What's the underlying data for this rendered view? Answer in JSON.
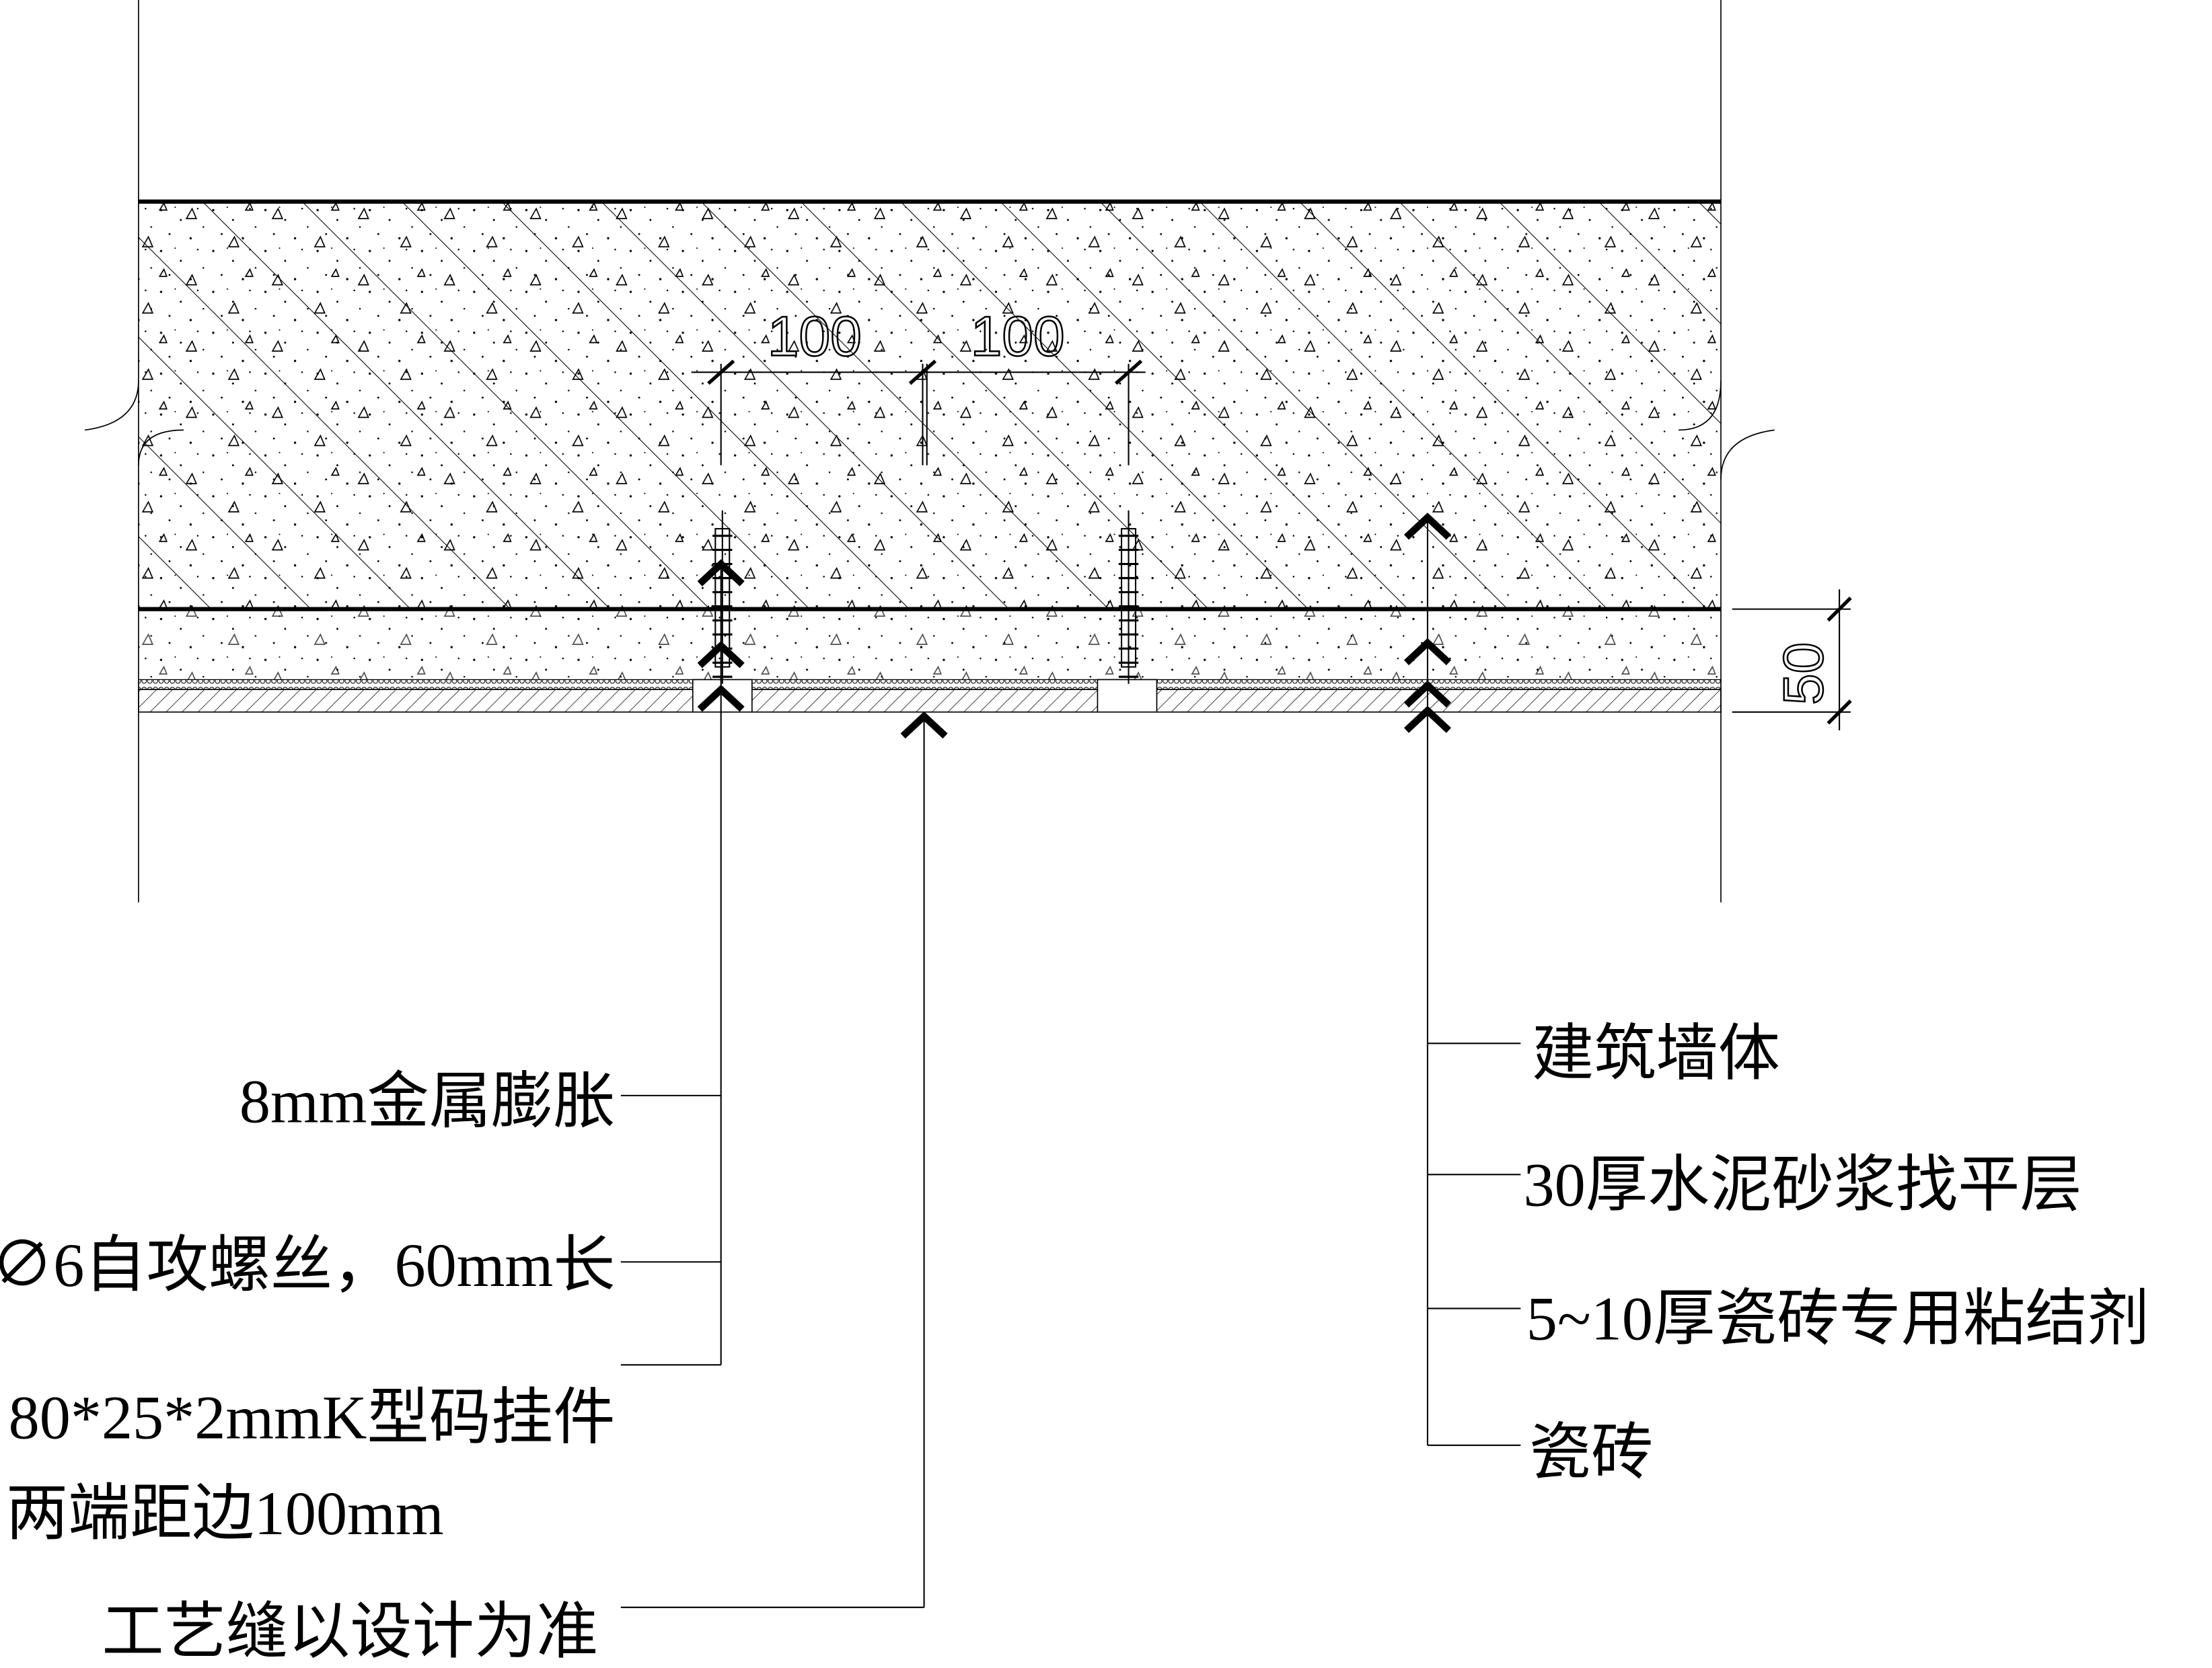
{
  "dimensions": {
    "left": "100",
    "right": "100",
    "layer": "50"
  },
  "left_labels": [
    "8mm金属膨胀",
    "∅6自攻螺丝，60mm长",
    "80*25*2mmK型码挂件",
    "两端距边100mm",
    "工艺缝以设计为准"
  ],
  "right_labels": [
    "建筑墙体",
    "30厚水泥砂浆找平层",
    "5~10厚瓷砖专用粘结剂",
    "瓷砖"
  ],
  "colors": {
    "line": "#000000",
    "background": "#ffffff"
  }
}
